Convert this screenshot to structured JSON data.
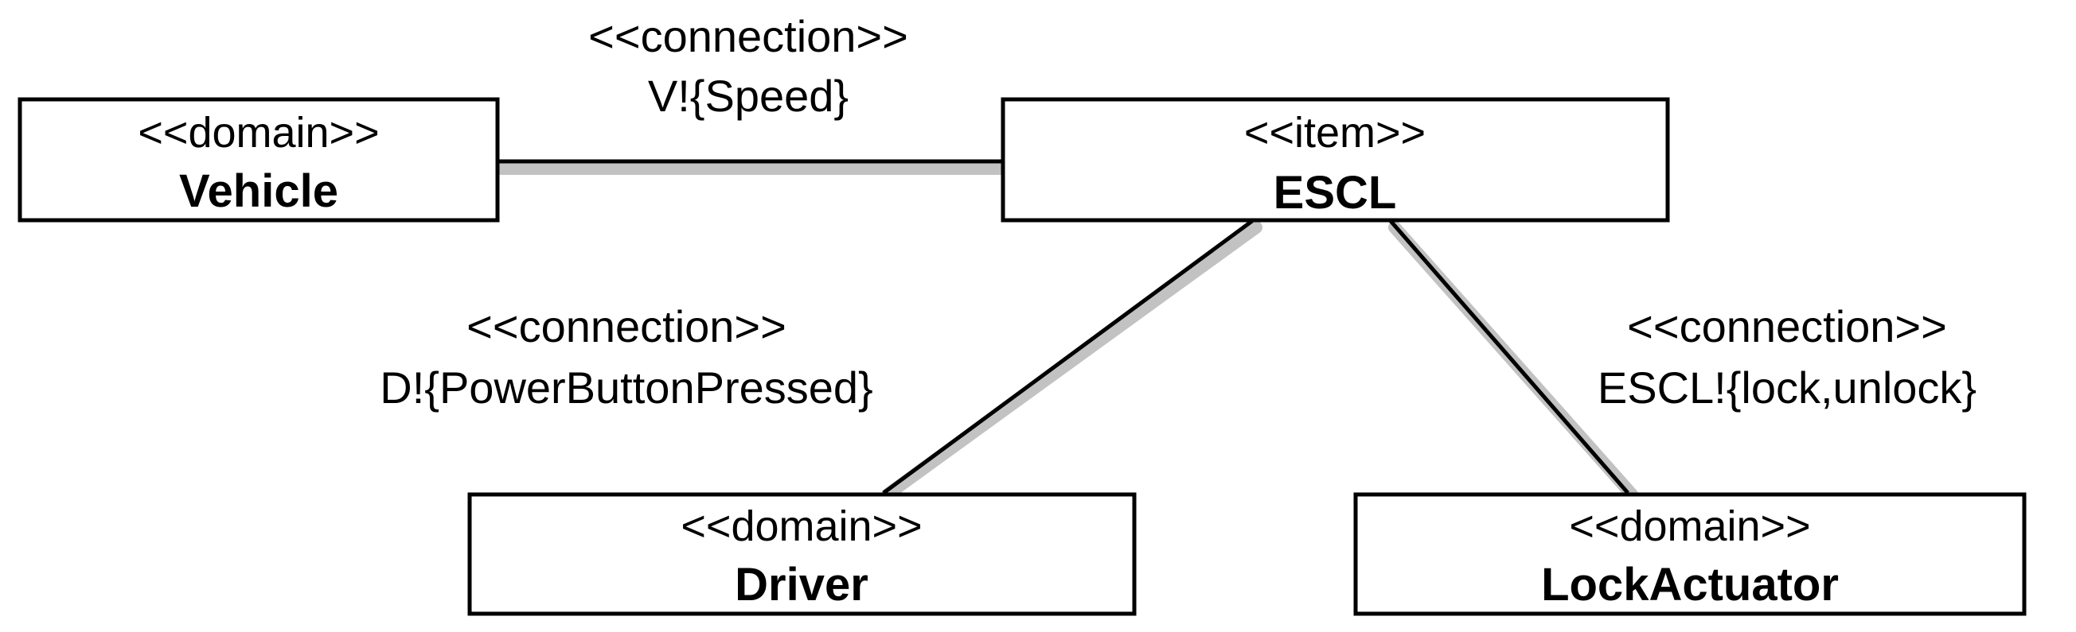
{
  "nodes": {
    "vehicle": {
      "stereotype": "<<domain>>",
      "name": "Vehicle"
    },
    "escl": {
      "stereotype": "<<item>>",
      "name": "ESCL"
    },
    "driver": {
      "stereotype": "<<domain>>",
      "name": "Driver"
    },
    "lock_actuator": {
      "stereotype": "<<domain>>",
      "name": "LockActuator"
    }
  },
  "connections": {
    "vehicle_escl": {
      "stereotype": "<<connection>>",
      "phenomena": "V!{Speed}"
    },
    "driver_escl": {
      "stereotype": "<<connection>>",
      "phenomena": "D!{PowerButtonPressed}"
    },
    "escl_lock_actuator": {
      "stereotype": "<<connection>>",
      "phenomena": "ESCL!{lock,unlock}"
    }
  }
}
